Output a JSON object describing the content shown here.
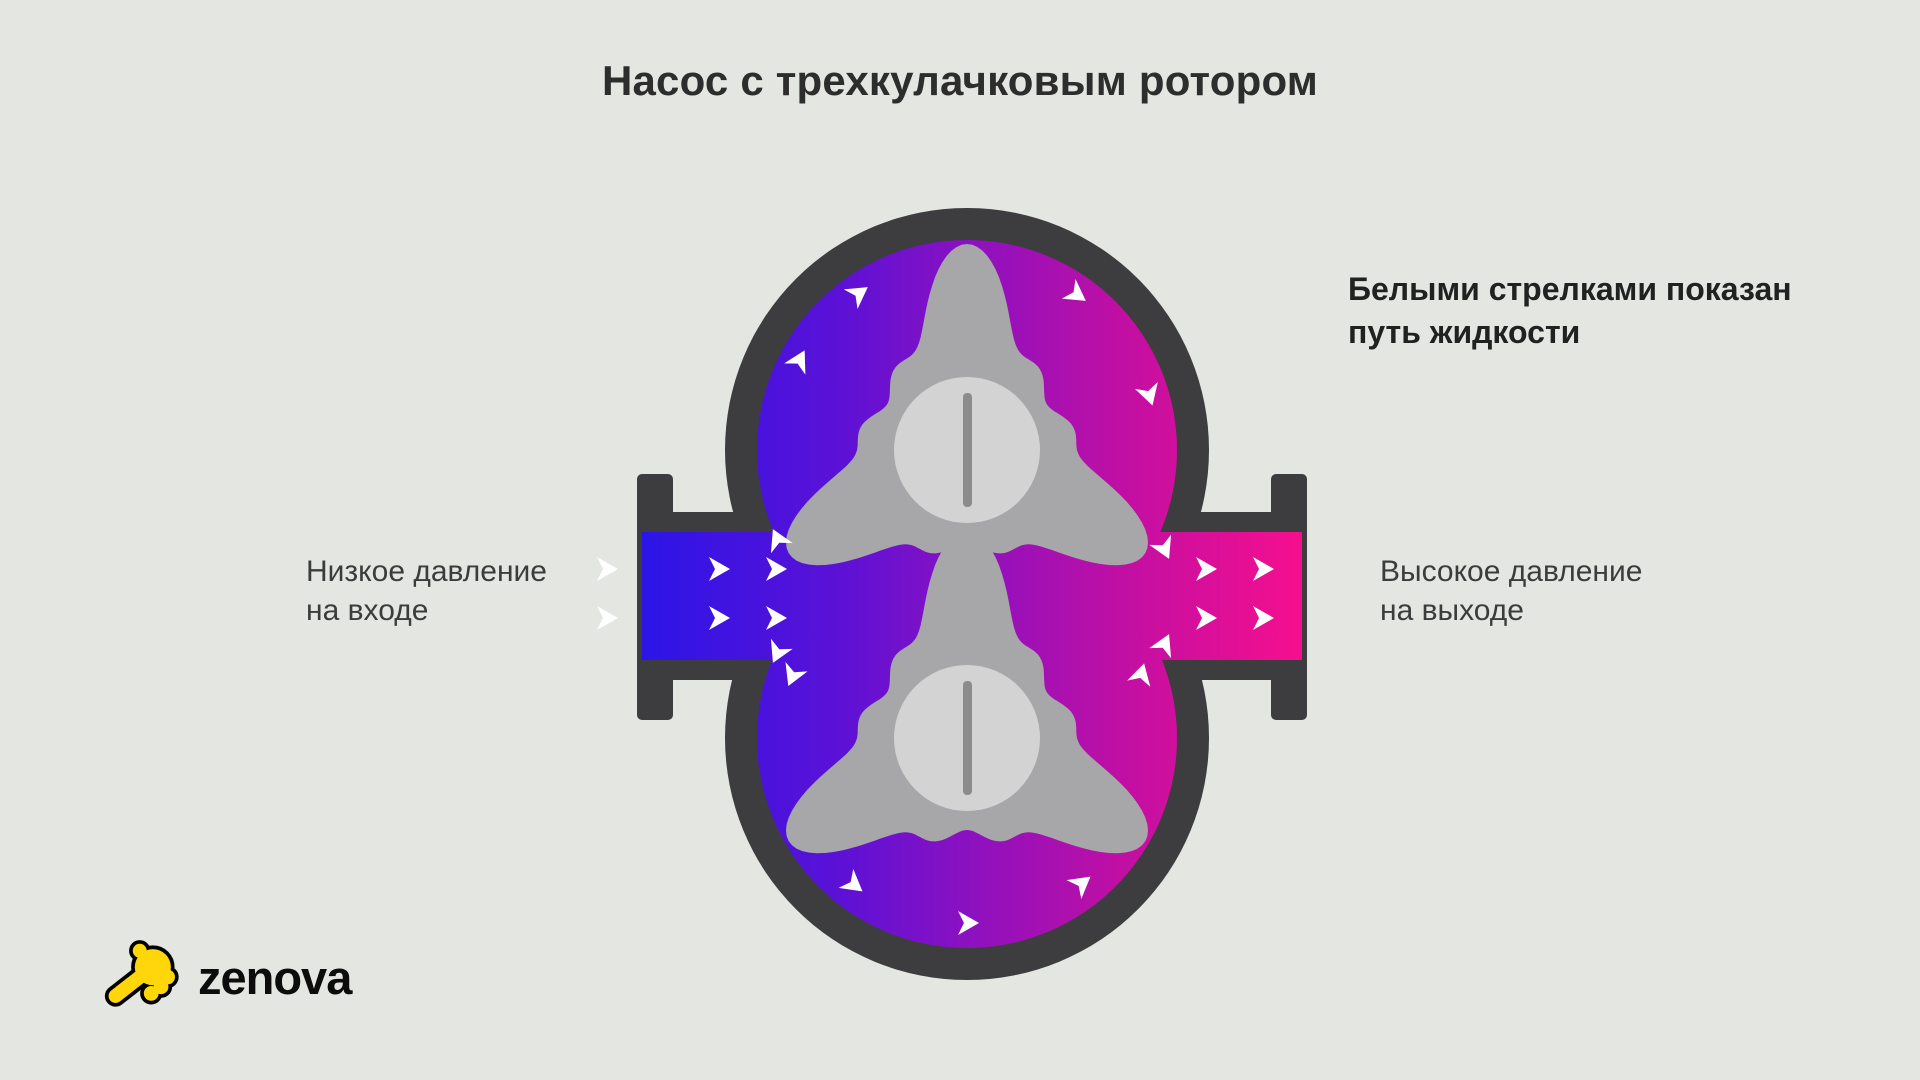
{
  "title": "Насос с трехкулачковым ротором",
  "legend": {
    "line1": "Белыми стрелками показан",
    "line2": "путь жидкости"
  },
  "inlet_label": {
    "line1": "Низкое давление",
    "line2": "на входе"
  },
  "outlet_label": {
    "line1": "Высокое давление",
    "line2": "на выходе"
  },
  "logo": {
    "text": "zenova"
  },
  "colors": {
    "background": "#e4e6e2",
    "housing": "#3d3d3f",
    "fluid_inlet": "#2b15e8",
    "fluid_blue_violet": "#5c11d6",
    "fluid_purple": "#8d11bf",
    "fluid_magenta": "#c00fa4",
    "fluid_outlet": "#f70f8d",
    "rotor": "#a7a7a9",
    "hub": "#d3d3d3",
    "slot": "#8c8c8c",
    "arrow": "#ffffff",
    "logo_yellow": "#ffd60a",
    "text_dark": "#3c3c3c"
  }
}
